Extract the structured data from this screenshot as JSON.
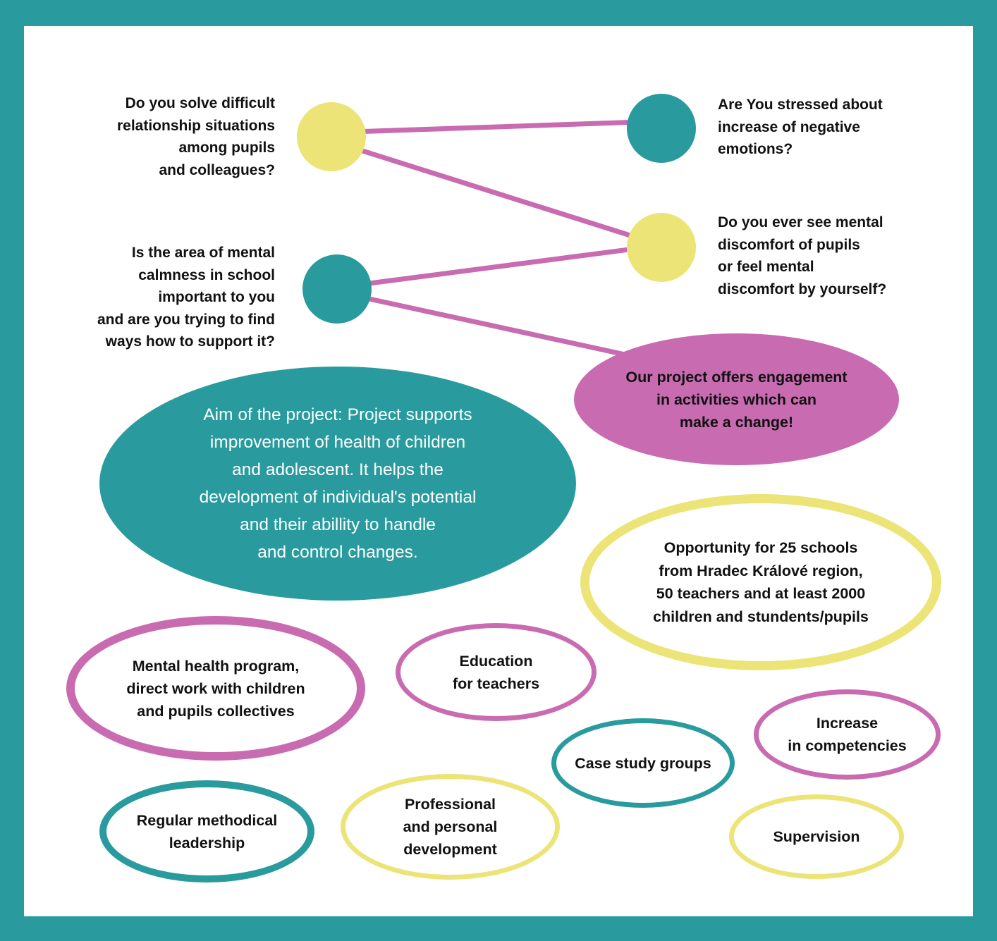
{
  "colors": {
    "frame": "#299b9e",
    "panel": "#ffffff",
    "teal": "#299b9e",
    "yellow": "#ece476",
    "magenta": "#c86bb1",
    "connector": "#c86bb1"
  },
  "questions": {
    "q1": "Do you solve difficult\nrelationship situations\namong pupils \nand colleagues?",
    "q2": "Are You stressed about\nincrease of negative\nemotions?",
    "q3": "Do you ever see mental\ndiscomfort of pupils\nor feel mental\ndiscomfort by yourself?",
    "q4": "Is the area of mental\ncalmness in school\nimportant to you \nand are you trying to find\nways how to support it?"
  },
  "offer": "Our project offers engagement\nin activities which can\nmake a change!",
  "aim": "Aim of the project: Project supports\nimprovement of health of children\nand adolescent. It helps the\ndevelopment of individual's potential\nand their abillity to handle\nand control changes.",
  "opportunity": "Opportunity for 25 schools\nfrom Hradec Králové region,\n50 teachers and at least 2000\nchildren and stundents/pupils",
  "activities": {
    "mental_health": "Mental health program,\ndirect work with children\nand pupils collectives",
    "education": "Education\nfor teachers",
    "case_study": "Case study groups",
    "competencies": "Increase\nin competencies",
    "methodical": "Regular methodical\nleadership",
    "professional": "Professional\nand personal\ndevelopment",
    "supervision": "Supervision"
  }
}
